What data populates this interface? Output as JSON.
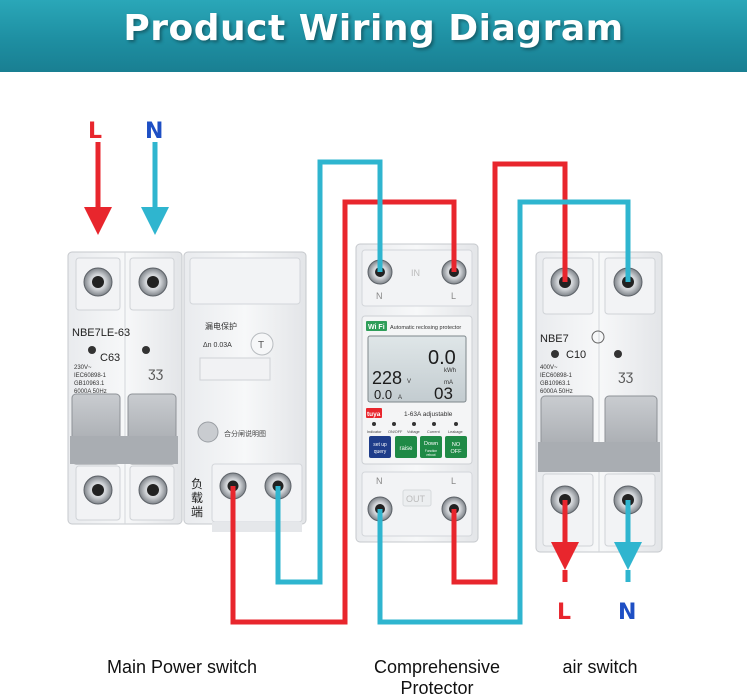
{
  "title": "Product Wiring Diagram",
  "colors": {
    "live_wire": "#e8262d",
    "neutral_wire": "#2fb5cf",
    "banner": "#1f93a6",
    "terminal_label_L": "#e8262d",
    "terminal_label_N": "#1e4fc4"
  },
  "input_labels": {
    "live": "L",
    "neutral": "N"
  },
  "output_labels": {
    "live": "L",
    "neutral": "N"
  },
  "main_switch": {
    "model": "NBE7LE-63",
    "rating": "C63",
    "spec_lines": [
      "230V~",
      "IEC60898-1",
      "GB10963.1",
      "6000A  50Hz"
    ],
    "rcd_label": "漏电保护",
    "sensitivity": "Δn 0.03A",
    "load_label": "负载端",
    "test_button": "T",
    "caption": "Main Power switch"
  },
  "protector": {
    "wifi_badge": "Wi Fi",
    "header_text": "Automatic reclosing protector",
    "display": {
      "power": "0.0",
      "power_unit": "kWh",
      "voltage": "228",
      "voltage_unit": "V",
      "current": "0.0",
      "current_unit": "A",
      "address": "03",
      "address_unit": "mA"
    },
    "brand": "tuya",
    "range_text": "1-63A adjustable",
    "indicator_labels": [
      "Indicator",
      "ON/OFF",
      "Voltage",
      "Current",
      "Leakage"
    ],
    "buttons": [
      "set up query",
      "raise",
      "Down Function reboot",
      "NO OFF"
    ],
    "top_terminals": [
      "N",
      "L"
    ],
    "top_center": "IN",
    "bottom_terminals": [
      "N",
      "L"
    ],
    "bottom_center": "OUT",
    "caption_lines": [
      "Comprehensive",
      "Protector"
    ]
  },
  "air_switch": {
    "model": "NBE7",
    "rating": "C10",
    "spec_lines": [
      "400V~",
      "IEC60898-1",
      "GB10963.1",
      "6000A  50Hz"
    ],
    "caption": "air switch"
  }
}
